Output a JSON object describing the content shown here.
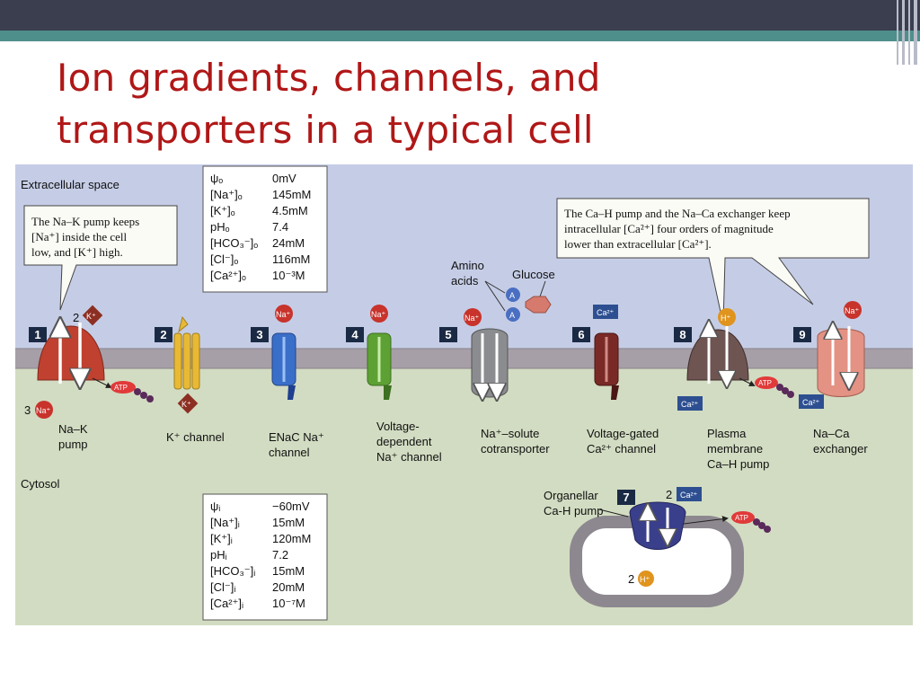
{
  "title": "Ion gradients, channels, and transporters in a typical cell",
  "regions": {
    "extracellular": "Extracellular space",
    "cytosol": "Cytosol"
  },
  "callouts": {
    "na_k": [
      "The Na–K pump keeps",
      "[Na⁺] inside the cell",
      "low, and [K⁺] high."
    ],
    "ca_h": [
      "The Ca–H pump and the Na–Ca exchanger keep",
      "intracellular [Ca²⁺] four orders of magnitude",
      "lower than extracellular [Ca²⁺]."
    ]
  },
  "outside_conditions": {
    "names": [
      "ψₒ",
      "[Na⁺]ₒ",
      "[K⁺]ₒ",
      "pHₒ",
      "[HCO₃⁻]ₒ",
      "[Cl⁻]ₒ",
      "[Ca²⁺]ₒ"
    ],
    "values": [
      "0mV",
      "145mM",
      "4.5mM",
      "7.4",
      "24mM",
      "116mM",
      "10⁻³M"
    ]
  },
  "inside_conditions": {
    "names": [
      "ψᵢ",
      "[Na⁺]ᵢ",
      "[K⁺]ᵢ",
      "pHᵢ",
      "[HCO₃⁻]ᵢ",
      "[Cl⁻]ᵢ",
      "[Ca²⁺]ᵢ"
    ],
    "values": [
      "−60mV",
      "15mM",
      "120mM",
      "7.2",
      "15mM",
      "20mM",
      "10⁻⁷M"
    ]
  },
  "proteins": [
    {
      "num": "1",
      "label": [
        "Na–K",
        "pump"
      ]
    },
    {
      "num": "2",
      "label": [
        "K⁺ channel"
      ]
    },
    {
      "num": "3",
      "label": [
        "ENaC Na⁺",
        "channel"
      ]
    },
    {
      "num": "4",
      "label": [
        "Voltage-",
        "dependent",
        "Na⁺ channel"
      ]
    },
    {
      "num": "5",
      "label": [
        "Na⁺–solute",
        "cotransporter"
      ]
    },
    {
      "num": "6",
      "label": [
        "Voltage-gated",
        "Ca²⁺ channel"
      ]
    },
    {
      "num": "7",
      "label": [
        "Organellar",
        "Ca-H pump"
      ]
    },
    {
      "num": "8",
      "label": [
        "Plasma",
        "membrane",
        "Ca–H pump"
      ]
    },
    {
      "num": "9",
      "label": [
        "Na–Ca",
        "exchanger"
      ]
    }
  ],
  "substrates": {
    "amino": [
      "Amino",
      "acids"
    ],
    "glucose": "Glucose"
  },
  "ions": {
    "na": "Na⁺",
    "k": "K⁺",
    "ca": "Ca²⁺",
    "h": "H⁺",
    "a": "A",
    "atp": "ATP"
  },
  "stoich": {
    "three": "3",
    "two": "2"
  },
  "colors": {
    "extracellular": "#c5cde6",
    "cytosol": "#d2dcc2",
    "membrane": "#a79fa8",
    "na_ion": "#c8332c",
    "k_ion": "#8c2f22",
    "ca_box": "#2d4f91",
    "h_ion": "#e0941e",
    "title": "#b01717"
  }
}
